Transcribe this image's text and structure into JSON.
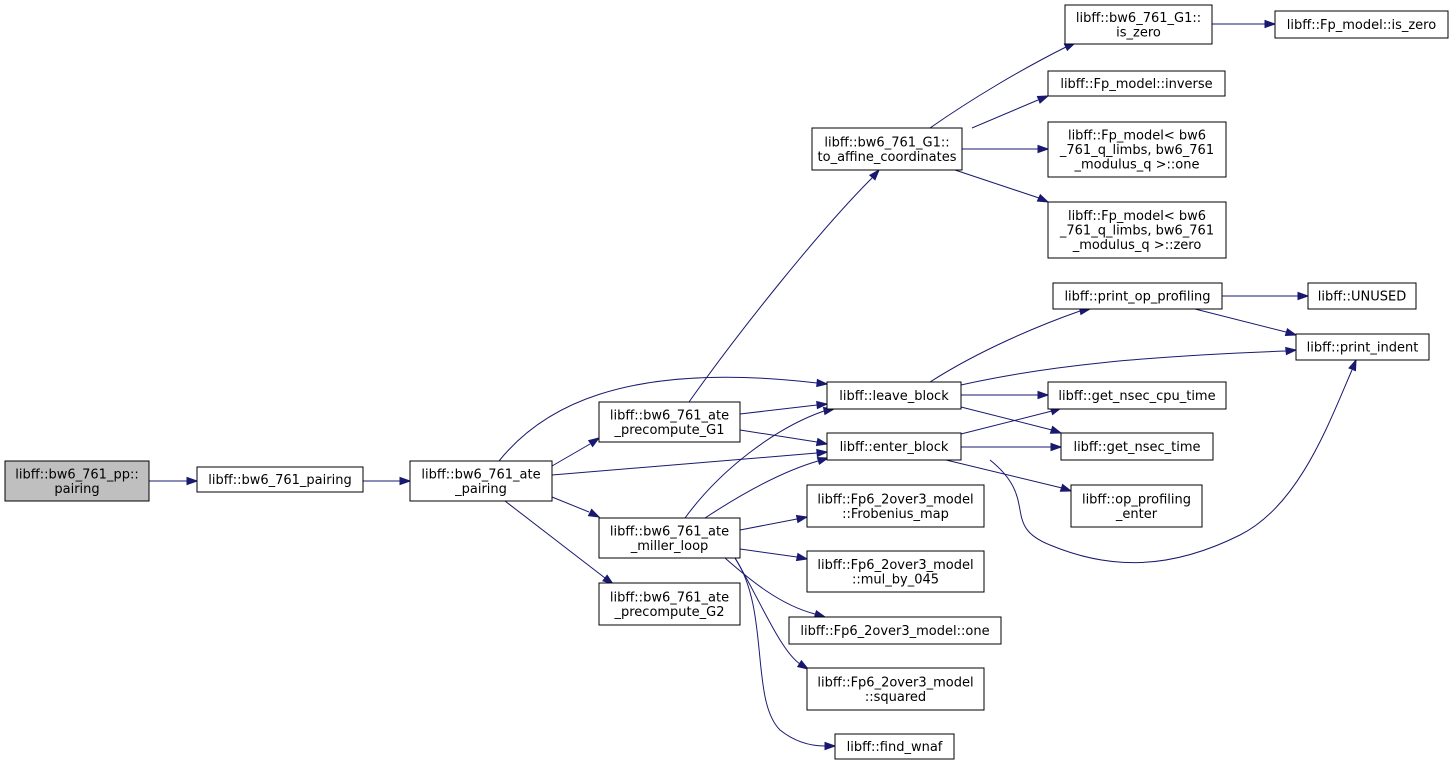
{
  "colors": {
    "edge": "#191970",
    "root_fill": "#bfbfbf",
    "node_fill": "#ffffff",
    "border": "#000000"
  },
  "nodes": {
    "pp_pairing": {
      "lines": [
        "libff::bw6_761_pp::",
        "pairing"
      ]
    },
    "bw6_761_pairing": {
      "lines": [
        "libff::bw6_761_pairing"
      ]
    },
    "ate_pairing": {
      "lines": [
        "libff::bw6_761_ate",
        "_pairing"
      ]
    },
    "precompute_G1": {
      "lines": [
        "libff::bw6_761_ate",
        "_precompute_G1"
      ]
    },
    "miller_loop": {
      "lines": [
        "libff::bw6_761_ate",
        "_miller_loop"
      ]
    },
    "precompute_G2": {
      "lines": [
        "libff::bw6_761_ate",
        "_precompute_G2"
      ]
    },
    "to_affine": {
      "lines": [
        "libff::bw6_761_G1::",
        "to_affine_coordinates"
      ]
    },
    "leave_block": {
      "lines": [
        "libff::leave_block"
      ]
    },
    "enter_block": {
      "lines": [
        "libff::enter_block"
      ]
    },
    "frobenius": {
      "lines": [
        "libff::Fp6_2over3_model",
        "::Frobenius_map"
      ]
    },
    "mul_by_045": {
      "lines": [
        "libff::Fp6_2over3_model",
        "::mul_by_045"
      ]
    },
    "fp6_one": {
      "lines": [
        "libff::Fp6_2over3_model::one"
      ]
    },
    "fp6_squared": {
      "lines": [
        "libff::Fp6_2over3_model",
        "::squared"
      ]
    },
    "find_wnaf": {
      "lines": [
        "libff::find_wnaf"
      ]
    },
    "g1_is_zero": {
      "lines": [
        "libff::bw6_761_G1::",
        "is_zero"
      ]
    },
    "fp_inverse": {
      "lines": [
        "libff::Fp_model::inverse"
      ]
    },
    "fp_one": {
      "lines": [
        "libff::Fp_model< bw6",
        "_761_q_limbs, bw6_761",
        "_modulus_q >::one"
      ]
    },
    "fp_zero": {
      "lines": [
        "libff::Fp_model< bw6",
        "_761_q_limbs, bw6_761",
        "_modulus_q >::zero"
      ]
    },
    "print_op_profiling": {
      "lines": [
        "libff::print_op_profiling"
      ]
    },
    "get_nsec_cpu_time": {
      "lines": [
        "libff::get_nsec_cpu_time"
      ]
    },
    "get_nsec_time": {
      "lines": [
        "libff::get_nsec_time"
      ]
    },
    "op_profiling_enter": {
      "lines": [
        "libff::op_profiling",
        "_enter"
      ]
    },
    "fp_model_is_zero": {
      "lines": [
        "libff::Fp_model::is_zero"
      ]
    },
    "unused": {
      "lines": [
        "libff::UNUSED"
      ]
    },
    "print_indent": {
      "lines": [
        "libff::print_indent"
      ]
    }
  }
}
